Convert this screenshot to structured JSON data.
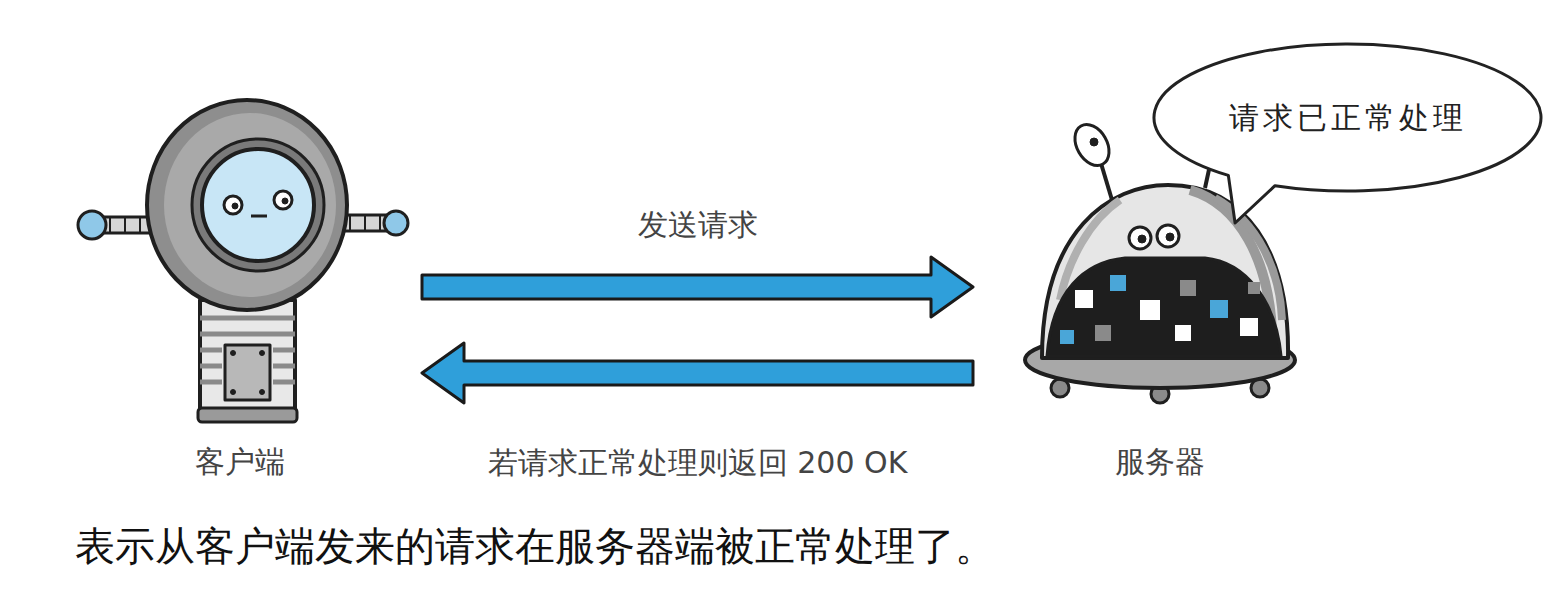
{
  "diagram": {
    "caption": "表示从客户端发来的请求在服务器端被正常处理了。",
    "nodes": [
      {
        "text": [
          "客户端"
        ]
      },
      {
        "text": [
          "服务器"
        ]
      },
      {
        "text": [
          "请求已正常处理"
        ]
      }
    ],
    "edges": [
      {
        "from": 0,
        "to": 1,
        "arrow": "to",
        "label": "发送请求"
      },
      {
        "from": 1,
        "to": 0,
        "arrow": "to",
        "label": "若请求正常处理则返回 200 OK"
      }
    ]
  }
}
